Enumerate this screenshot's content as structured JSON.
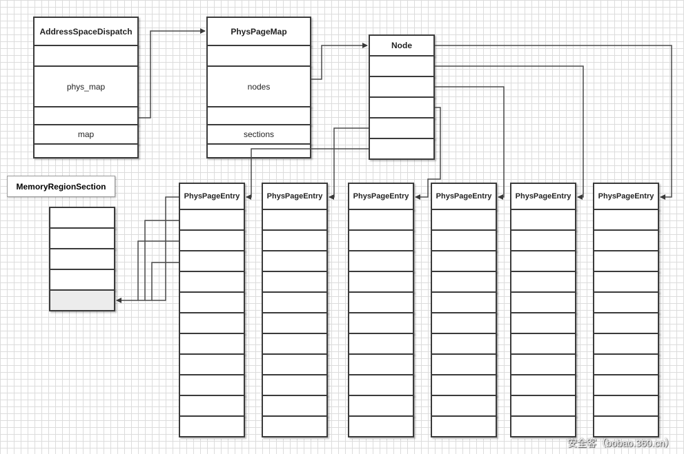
{
  "address_space_dispatch": {
    "title": "AddressSpaceDispatch",
    "field_phys_map": "phys_map",
    "field_map": "map"
  },
  "phys_page_map": {
    "title": "PhysPageMap",
    "field_nodes": "nodes",
    "field_sections": "sections"
  },
  "node": {
    "title": "Node"
  },
  "memory_region_section": {
    "title": "MemoryRegionSection"
  },
  "phys_page_entry": {
    "title": "PhysPageEntry"
  },
  "watermark": "安全客（bobao.360.cn）"
}
